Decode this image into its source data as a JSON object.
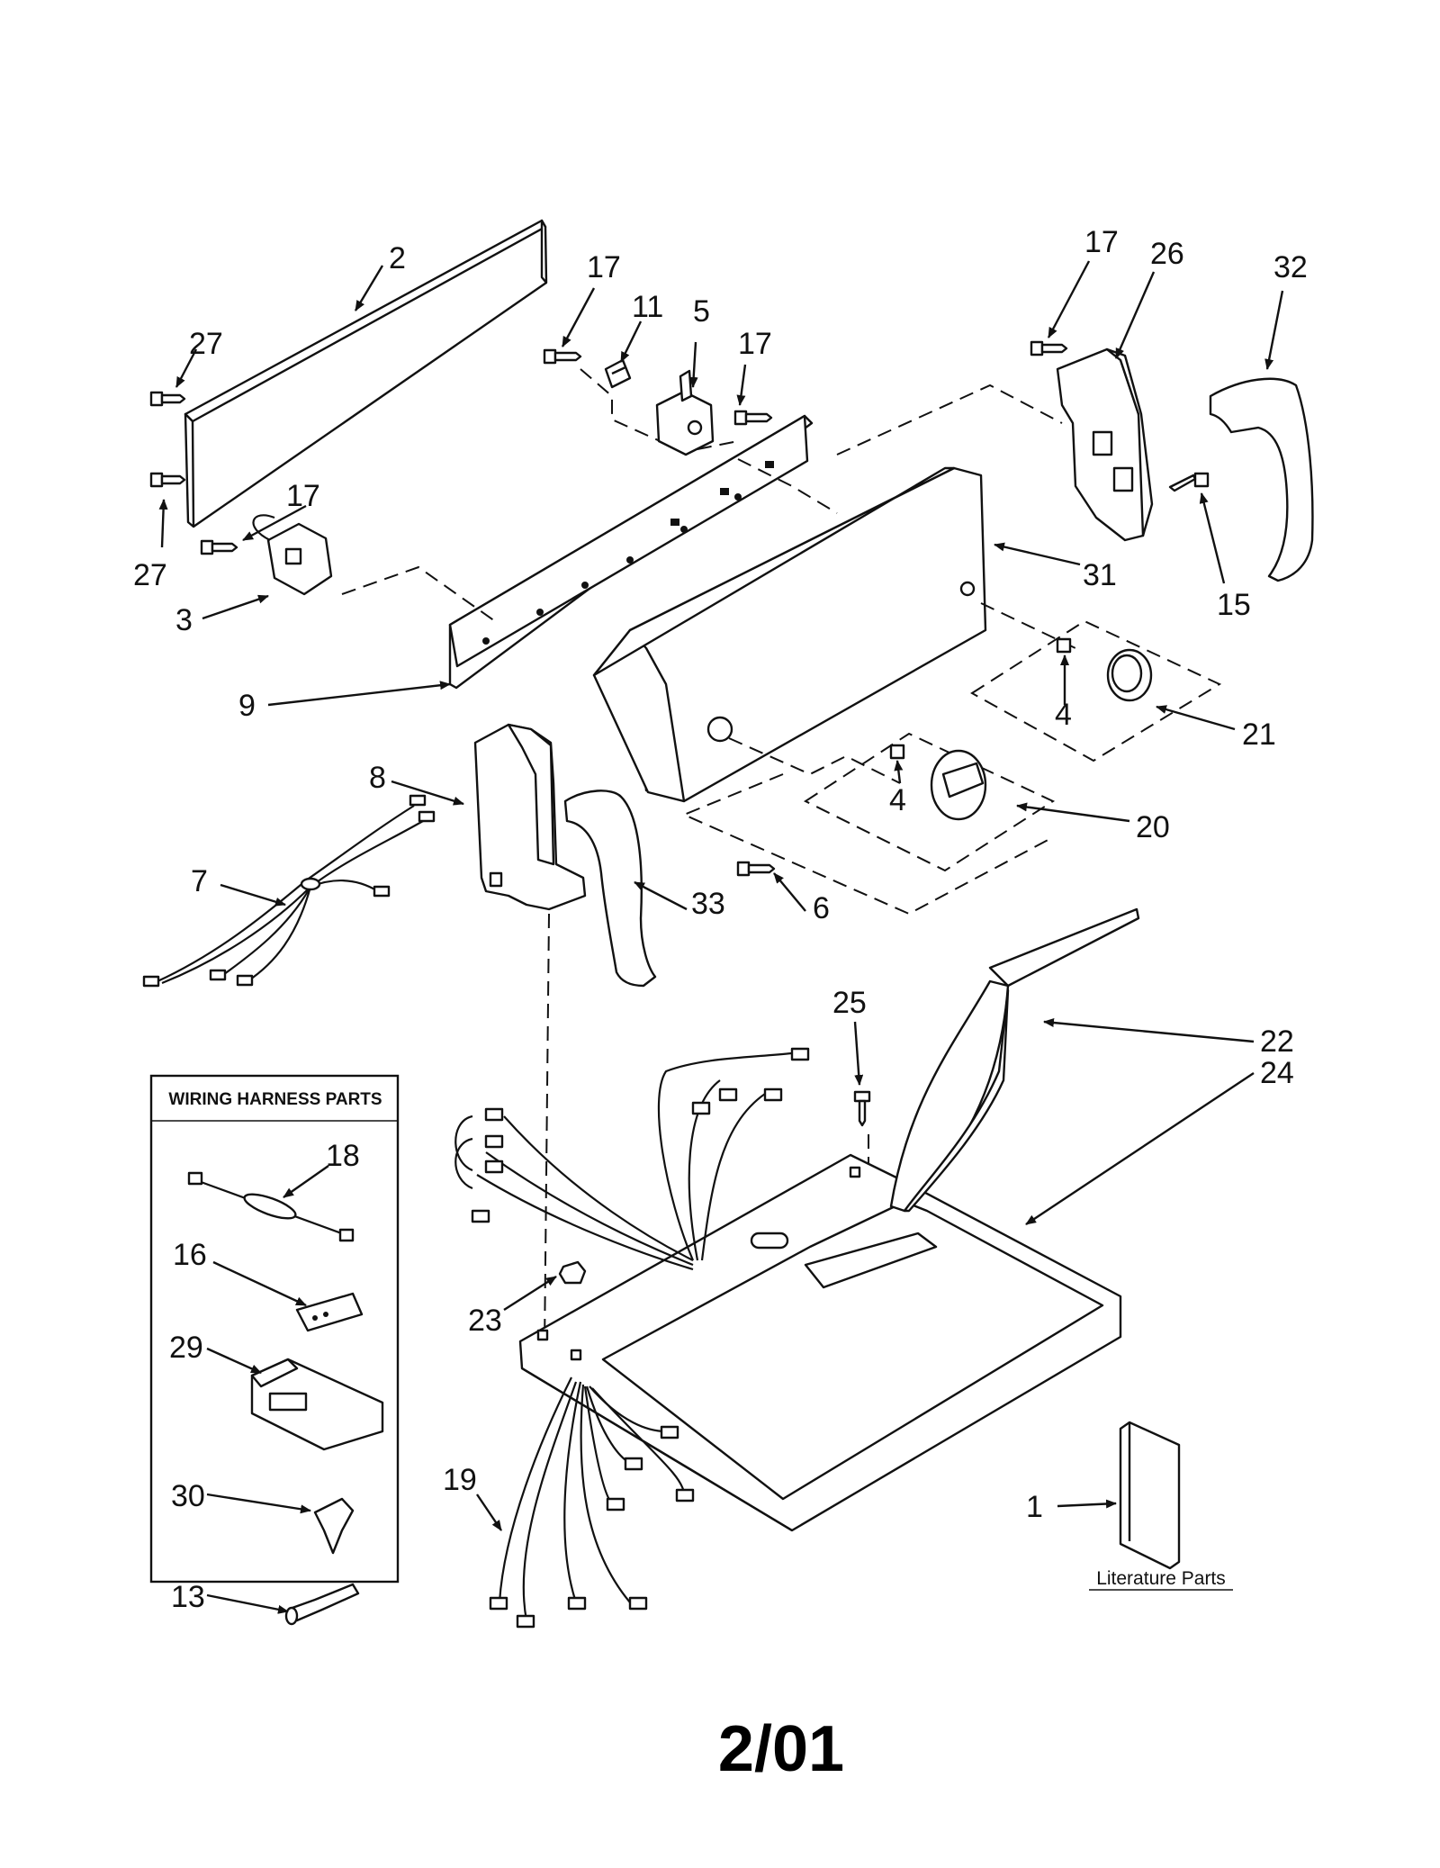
{
  "callouts": [
    {
      "id": "c2",
      "text": "2"
    },
    {
      "id": "c27a",
      "text": "27"
    },
    {
      "id": "c27b",
      "text": "27"
    },
    {
      "id": "c17a",
      "text": "17"
    },
    {
      "id": "c11",
      "text": "11"
    },
    {
      "id": "c5",
      "text": "5"
    },
    {
      "id": "c17b",
      "text": "17"
    },
    {
      "id": "c17c",
      "text": "17"
    },
    {
      "id": "c3",
      "text": "3"
    },
    {
      "id": "c9",
      "text": "9"
    },
    {
      "id": "c17d",
      "text": "17"
    },
    {
      "id": "c26",
      "text": "26"
    },
    {
      "id": "c32",
      "text": "32"
    },
    {
      "id": "c31",
      "text": "31"
    },
    {
      "id": "c15",
      "text": "15"
    },
    {
      "id": "c4a",
      "text": "4"
    },
    {
      "id": "c21",
      "text": "21"
    },
    {
      "id": "c4b",
      "text": "4"
    },
    {
      "id": "c20",
      "text": "20"
    },
    {
      "id": "c8",
      "text": "8"
    },
    {
      "id": "c7",
      "text": "7"
    },
    {
      "id": "c33",
      "text": "33"
    },
    {
      "id": "c6",
      "text": "6"
    },
    {
      "id": "c25",
      "text": "25"
    },
    {
      "id": "c22",
      "text": "22"
    },
    {
      "id": "c24",
      "text": "24"
    },
    {
      "id": "c18",
      "text": "18"
    },
    {
      "id": "c16",
      "text": "16"
    },
    {
      "id": "c29",
      "text": "29"
    },
    {
      "id": "c23",
      "text": "23"
    },
    {
      "id": "c19",
      "text": "19"
    },
    {
      "id": "c30",
      "text": "30"
    },
    {
      "id": "c1",
      "text": "1"
    },
    {
      "id": "c13",
      "text": "13"
    }
  ],
  "wiring_box_title": "WIRING HARNESS PARTS",
  "literature_label": "Literature Parts",
  "footer_date": "2/01"
}
